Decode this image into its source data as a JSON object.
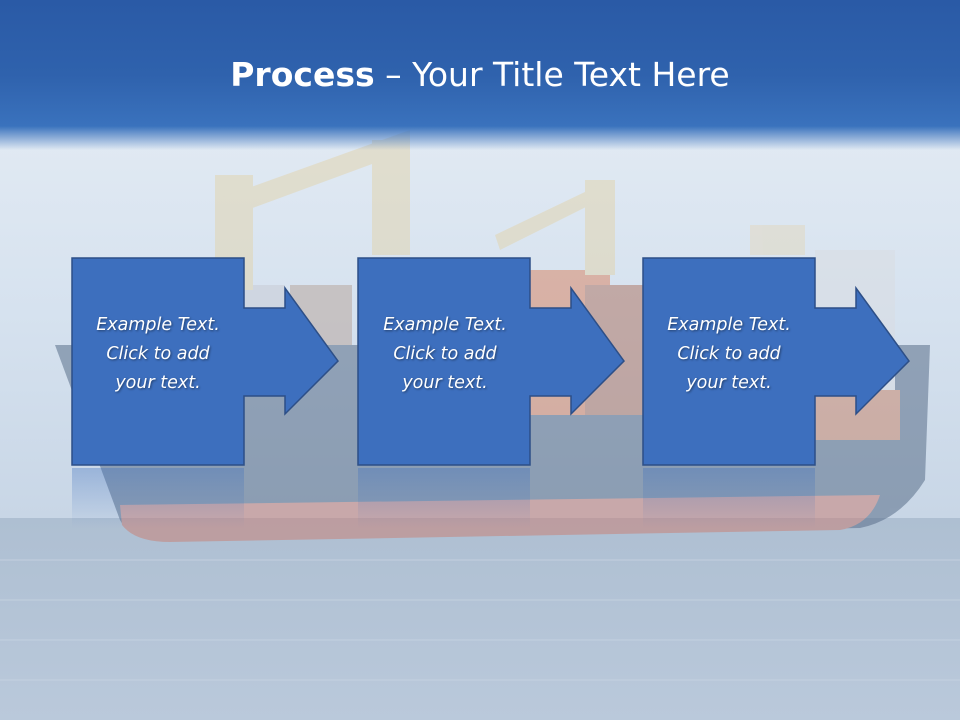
{
  "slide": {
    "title_bold": "Process",
    "title_rest": " – Your Title Text Here"
  },
  "steps": [
    {
      "line1": "Example Text.",
      "line2": "Click  to add",
      "line3": "your text."
    },
    {
      "line1": "Example Text.",
      "line2": "Click  to add",
      "line3": "your text."
    },
    {
      "line1": "Example Text.",
      "line2": "Click  to add",
      "line3": "your text."
    }
  ],
  "colors": {
    "title_bar": "#2f62ad",
    "step_fill": "#3d6fbe",
    "step_stroke": "#2d4f87",
    "text": "#ffffff"
  }
}
